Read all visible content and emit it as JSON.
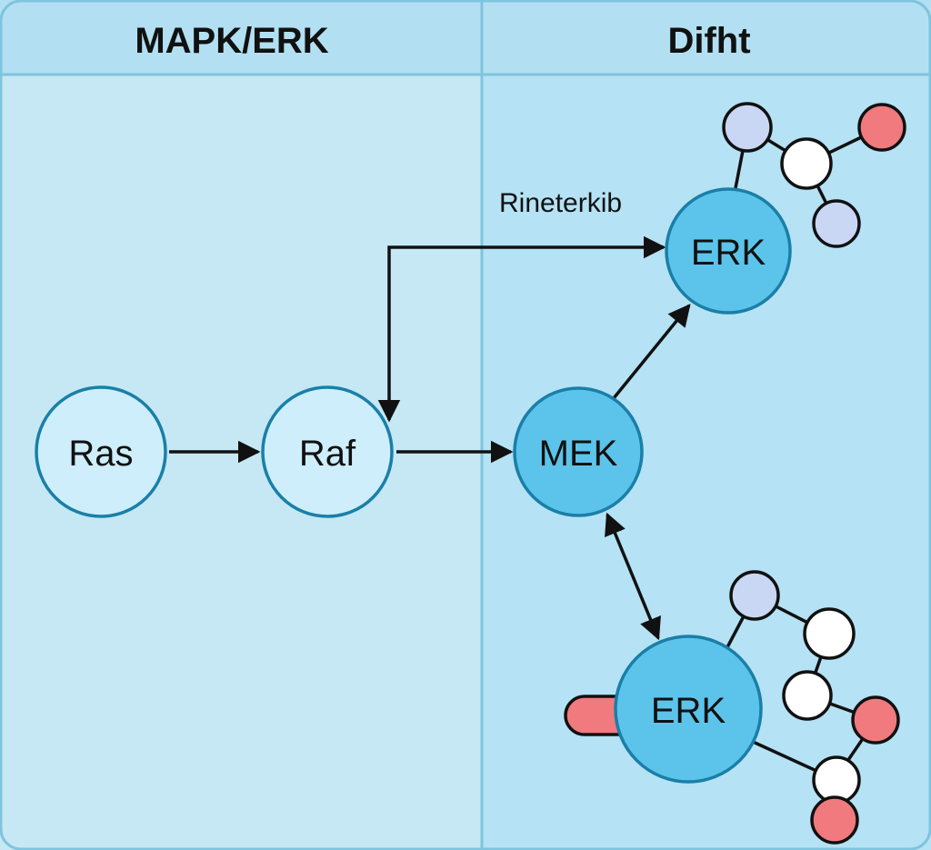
{
  "panels": {
    "left_title": "MAPK/ERK",
    "right_title": "Difht"
  },
  "nodes": {
    "ras": "Ras",
    "raf": "Raf",
    "mek": "MEK",
    "erk_top": "ERK",
    "erk_bottom": "ERK"
  },
  "edge_label": "Rineterkib",
  "colors": {
    "panel_left": "#c5e8f4",
    "panel_right": "#b5e2f4",
    "header": "#b2e0f2",
    "node_light": "#cdeefa",
    "node_strong": "#5cc4ea",
    "node_stroke": "#1a7fa8",
    "blob_blue": "#c9d7f5",
    "blob_white": "#ffffff",
    "blob_red": "#f07a7e",
    "edge": "#111111"
  }
}
